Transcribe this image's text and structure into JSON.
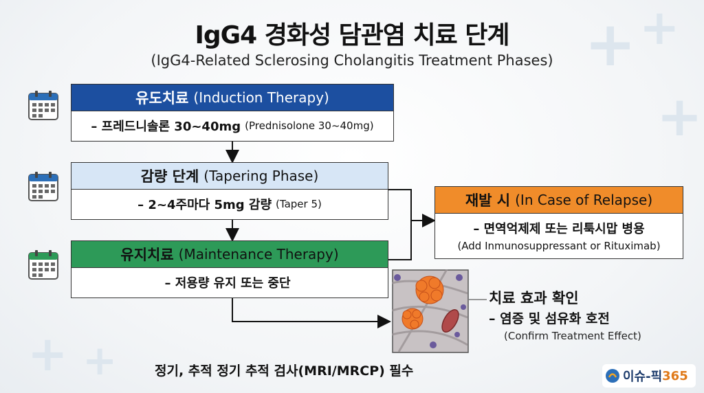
{
  "title": "IgG4 경화성 담관염 치료 단계",
  "subtitle": "(IgG4-Related Sclerosing Cholangitis Treatment Phases)",
  "phases": [
    {
      "header_ko": "유도치료",
      "header_en": "(Induction Therapy)",
      "body_ko": "– 프레드니솔론 30~40mg",
      "body_en": "(Prednisolone 30~40mg)",
      "header_color": "#1c4fa0",
      "header_text_color": "#ffffff"
    },
    {
      "header_ko": "감량 단계",
      "header_en": "(Tapering Phase)",
      "body_ko": "– 2~4주마다 5mg 감량",
      "body_en": "(Taper 5)",
      "header_color": "#d7e6f6",
      "header_text_color": "#111111"
    },
    {
      "header_ko": "유지치료",
      "header_en": "(Maintenance Therapy)",
      "body_ko": "– 저용량 유지 또는 중단",
      "body_en": "",
      "header_color": "#2d9a58",
      "header_text_color": "#111111"
    }
  ],
  "relapse": {
    "header_ko": "재발 시",
    "header_en": "(In Case of Relapse)",
    "body_ko": "– 면역억제제 또는 리툭시맙 병용",
    "body_en": "(Add Inmunosuppressant or Rituximab)",
    "header_color": "#f08c2a"
  },
  "effect": {
    "line1": "치료 효과 확인",
    "line2": "– 염증 및 섬유화 호전",
    "line3": "(Confirm Treatment Effect)"
  },
  "footer": "정기, 추적 정기 추적 검사(MRI/MRCP) 필수",
  "logo": {
    "text_main": "이슈-픽",
    "text_num": "365"
  },
  "icons": [
    "calendar-icon",
    "calendar-icon",
    "calendar-icon",
    "plus-decoration"
  ]
}
